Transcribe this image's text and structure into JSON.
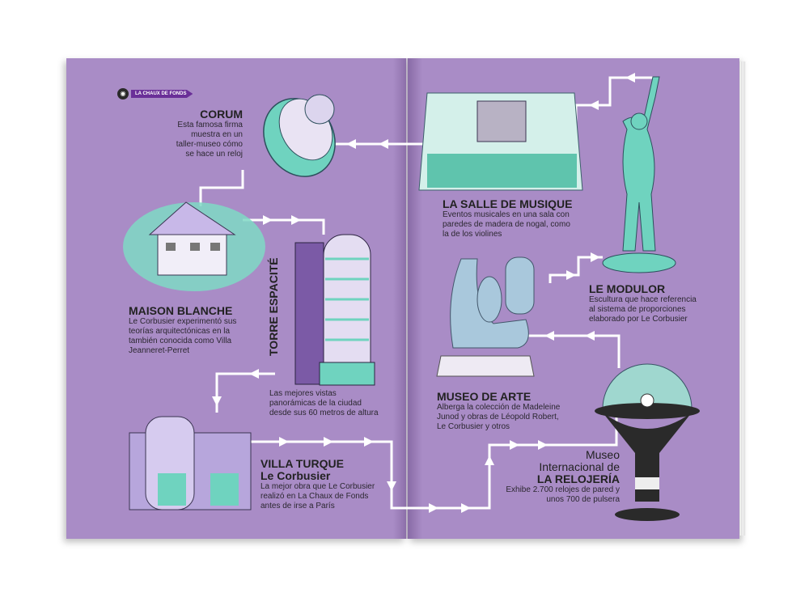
{
  "section_tag": "LA CHAUX DE FONDS",
  "colors": {
    "page": "#a98cc6",
    "path": "#ffffff",
    "teal": "#6fd3bf",
    "accent": "#6a2f98"
  },
  "stops": {
    "corum": {
      "title": "CORUM",
      "lines": [
        "Esta famosa firma",
        "muestra en un",
        "taller-museo cómo",
        "se hace un reloj"
      ]
    },
    "maison": {
      "title": "MAISON BLANCHE",
      "lines": [
        "Le Corbusier experimentó sus",
        "teorías arquitectónicas en la",
        "también conocida como Villa",
        "Jeanneret-Perret"
      ]
    },
    "torre": {
      "title": "TORRE ESPACITÉ",
      "lines": [
        "Las mejores vistas",
        "panorámicas de la ciudad",
        "desde sus 60 metros de altura"
      ]
    },
    "villa": {
      "title": "VILLA TURQUE",
      "subtitle": "Le Corbusier",
      "lines": [
        "La mejor obra que Le Corbusier",
        "realizó en La Chaux de Fonds",
        "antes de irse a París"
      ]
    },
    "salle": {
      "title": "LA SALLE DE MUSIQUE",
      "lines": [
        "Eventos musicales en una sala con",
        "paredes de madera de nogal, como",
        "la de los violines"
      ]
    },
    "modulor": {
      "title": "LE MODULOR",
      "lines": [
        "Escultura que hace referencia",
        "al sistema de proporciones",
        "elaborado por Le Corbusier"
      ]
    },
    "arte": {
      "title": "MUSEO DE ARTE",
      "lines": [
        "Alberga la colección de Madeleine",
        "Junod y obras de Léopold Robert,",
        "Le Corbusier y otros"
      ]
    },
    "relojeria": {
      "pre1": "Museo",
      "pre2": "Internacional de",
      "title": "LA RELOJERÍA",
      "lines": [
        "Exhibe 2.700 relojes de pared y",
        "unos 700 de pulsera"
      ]
    }
  }
}
